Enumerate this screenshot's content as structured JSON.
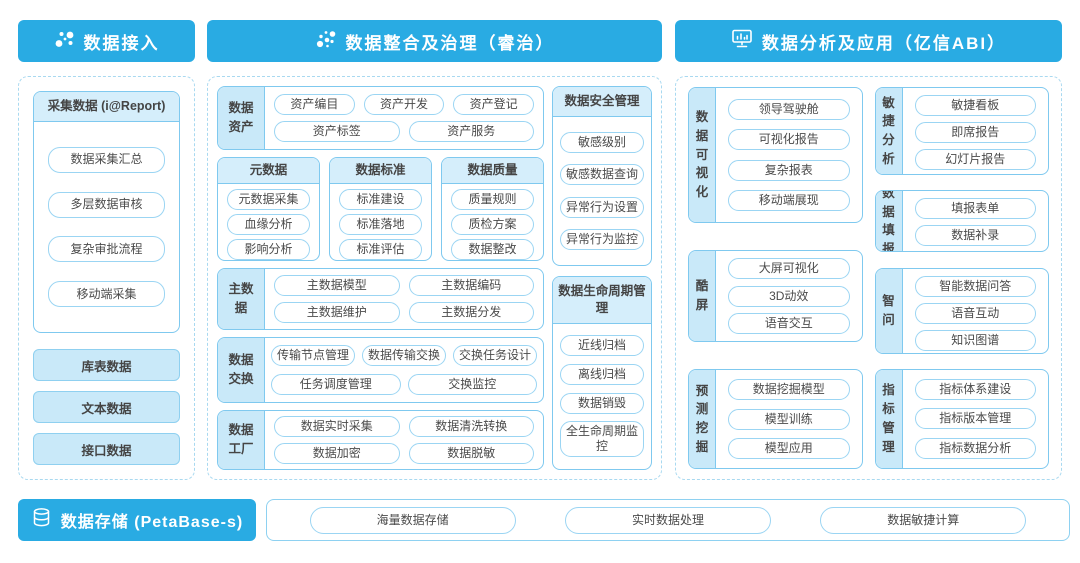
{
  "headers": {
    "access": "数据接入",
    "governance": "数据整合及治理（睿治）",
    "analysis": "数据分析及应用（亿信ABI）"
  },
  "access_panel": {
    "collect_title": "采集数据 (i@Report)",
    "collect_items": [
      "数据采集汇总",
      "多层数据审核",
      "复杂审批流程",
      "移动端采集"
    ],
    "source_items": [
      "库表数据",
      "文本数据",
      "接口数据"
    ]
  },
  "governance_panel": {
    "asset": {
      "label": "数据资产",
      "row1": [
        "资产编目",
        "资产开发",
        "资产登记"
      ],
      "row2": [
        "资产标签",
        "资产服务"
      ]
    },
    "metadata": {
      "title": "元数据",
      "items": [
        "元数据采集",
        "血缘分析",
        "影响分析"
      ]
    },
    "standard": {
      "title": "数据标准",
      "items": [
        "标准建设",
        "标准落地",
        "标准评估"
      ]
    },
    "quality": {
      "title": "数据质量",
      "items": [
        "质量规则",
        "质检方案",
        "数据整改"
      ]
    },
    "master": {
      "label": "主数据",
      "row1": [
        "主数据模型",
        "主数据编码"
      ],
      "row2": [
        "主数据维护",
        "主数据分发"
      ]
    },
    "exchange": {
      "label": "数据交换",
      "row1": [
        "传输节点管理",
        "数据传输交换",
        "交换任务设计"
      ],
      "row2": [
        "任务调度管理",
        "交换监控"
      ]
    },
    "factory": {
      "label": "数据工厂",
      "row1": [
        "数据实时采集",
        "数据清洗转换"
      ],
      "row2": [
        "数据加密",
        "数据脱敏"
      ]
    },
    "security": {
      "title": "数据安全管理",
      "items": [
        "敏感级别",
        "敏感数据查询",
        "异常行为设置",
        "异常行为监控"
      ]
    },
    "lifecycle": {
      "title": "数据生命周期管理",
      "items": [
        "近线归档",
        "离线归档",
        "数据销毁",
        "全生命周期监控"
      ]
    }
  },
  "analysis_panel": {
    "visualization": {
      "label": "数据可视化",
      "items": [
        "领导驾驶舱",
        "可视化报告",
        "复杂报表",
        "移动端展现"
      ]
    },
    "cool_screen": {
      "label": "酷屏",
      "items": [
        "大屏可视化",
        "3D动效",
        "语音交互"
      ]
    },
    "mining": {
      "label": "预测挖掘",
      "items": [
        "数据挖掘模型",
        "模型训练",
        "模型应用"
      ]
    },
    "agile": {
      "label": "敏捷分析",
      "items": [
        "敏捷看板",
        "即席报告",
        "幻灯片报告"
      ]
    },
    "filling": {
      "label": "数据填报",
      "items": [
        "填报表单",
        "数据补录"
      ]
    },
    "smart_qa": {
      "label": "智问",
      "items": [
        "智能数据问答",
        "语音互动",
        "知识图谱"
      ]
    },
    "indicator": {
      "label": "指标管理",
      "items": [
        "指标体系建设",
        "指标版本管理",
        "指标数据分析"
      ]
    }
  },
  "storage": {
    "label": "数据存储 (PetaBase-s)",
    "items": [
      "海量数据存储",
      "实时数据处理",
      "数据敏捷计算"
    ]
  },
  "icons": {
    "access": "network-nodes-icon",
    "governance": "dots-cluster-icon",
    "analysis": "monitor-chart-icon",
    "storage": "database-icon"
  },
  "colors": {
    "header_blue": "#29abe3",
    "section_header_fill": "#d5eefb",
    "label_cell_fill": "#c9e9f9",
    "box_border": "#7fc9ef",
    "item_border": "#9bd5f3",
    "panel_dashed_border": "#a9d9f0",
    "text": "#4a4a4a"
  }
}
